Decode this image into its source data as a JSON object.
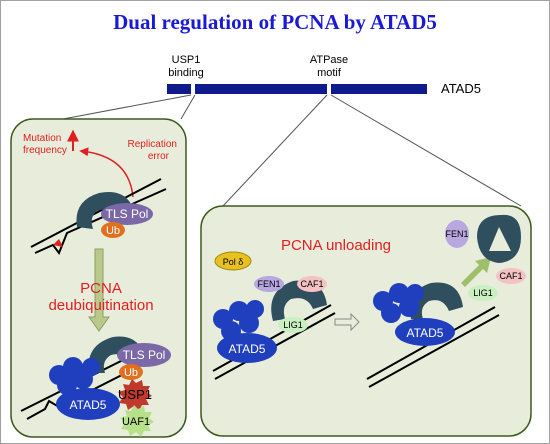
{
  "title": "Dual regulation of PCNA by ATAD5",
  "domain_map": {
    "gene_label": "ATAD5",
    "usp1_line1": "USP1",
    "usp1_line2": "binding",
    "atpase_line1": "ATPase",
    "atpase_line2": "motif"
  },
  "left_panel": {
    "mutation_line1": "Mutation",
    "mutation_line2": "frequency",
    "replication_line1": "Replication",
    "replication_line2": "error",
    "tls_pol": "TLS Pol",
    "ub": "Ub",
    "process_line1": "PCNA",
    "process_line2": "deubiquitination",
    "bottom_tls_pol": "TLS Pol",
    "bottom_ub": "Ub",
    "usp1": "USP1",
    "atad5": "ATAD5",
    "uaf1": "UAF1"
  },
  "right_panel": {
    "process_label": "PCNA unloading",
    "pol_delta": "Pol δ",
    "fen1": "FEN1",
    "caf1": "CAF1",
    "lig1": "LIG1",
    "atad5_left": "ATAD5",
    "atad5_right": "ATAD5",
    "released_fen1": "FEN1",
    "released_caf1": "CAF1",
    "released_lig1": "LIG1"
  },
  "colors": {
    "title": "#1a1ad6",
    "panel_fill": "#e8ecdb",
    "panel_stroke": "#3d5a1e",
    "gene_bar": "#0f1a8c",
    "pcna": "#2f4f5f",
    "atad5": "#1f3fbf",
    "tls_pol": "#7b68a6",
    "ub": "#e07020",
    "usp1": "#c0392b",
    "uaf1": "#b7e08a",
    "fen1": "#b9a7e0",
    "caf1": "#f4c2c2",
    "lig1": "#c9f0c0",
    "pol_delta": "#e8c020",
    "arrow_green": "#9fbf6a",
    "red": "#e02020"
  }
}
